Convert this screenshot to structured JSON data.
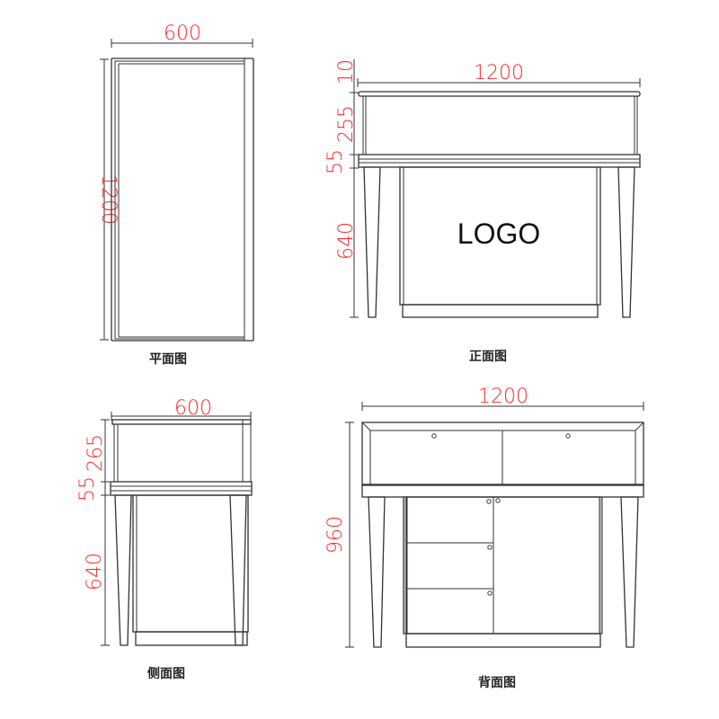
{
  "views": {
    "plan": {
      "caption": "平面图",
      "width_label": "600",
      "length_label": "1200"
    },
    "front": {
      "caption": "正面图",
      "width_label": "1200",
      "dims": [
        "10",
        "255",
        "55",
        "640"
      ],
      "logo_text": "LOGO"
    },
    "side": {
      "caption": "侧面图",
      "width_label": "600",
      "dims": [
        "265",
        "55",
        "640"
      ]
    },
    "back": {
      "caption": "背面图",
      "width_label": "1200",
      "height_label": "960"
    }
  },
  "colors": {
    "dimension_text": "#ff2a2a",
    "line": "#333333",
    "background": "#ffffff"
  }
}
